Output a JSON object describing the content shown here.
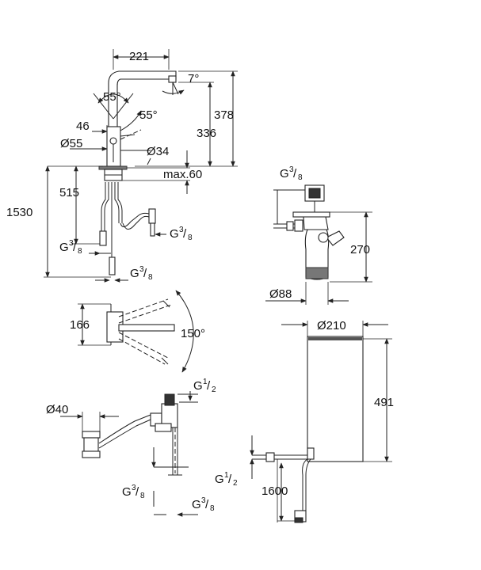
{
  "dimensions": {
    "spout_reach": "221",
    "spout_tilt": "7°",
    "total_height": "378",
    "height_336": "336",
    "handle_angle_left": "55°",
    "handle_angle_right": "55°",
    "base_46": "46",
    "base_dia": "Ø55",
    "body_dia": "Ø34",
    "max_thickness": "max.60",
    "pipe_515": "515",
    "pipe_1530": "1530",
    "thread_g38_a": "G",
    "thread_g38_b": "G",
    "thread_g38_c": "G",
    "swivel_166": "166",
    "swivel_angle": "150°",
    "filter_thread": "G",
    "filter_height": "270",
    "filter_dia": "Ø88",
    "boiler_dia": "Ø210",
    "boiler_height": "491",
    "waste_dia": "Ø40",
    "valve_g12_top": "G",
    "valve_g12_left": "G",
    "hose_1600": "1600",
    "valve_g38_a": "G",
    "valve_g38_b": "G"
  },
  "fractions": {
    "three_eighths_num": "3",
    "three_eighths_den": "8",
    "half_num": "1",
    "half_den": "2"
  }
}
